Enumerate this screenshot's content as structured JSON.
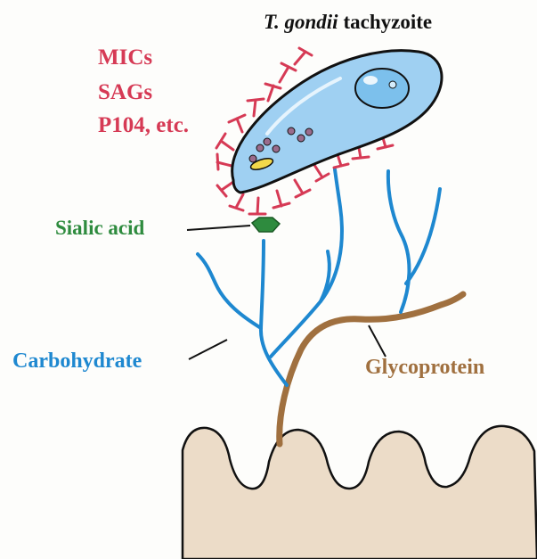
{
  "title": {
    "species": "T. gondii",
    "stage": "tachyzoite"
  },
  "ligand_labels": [
    "MICs",
    "SAGs",
    "P104, etc."
  ],
  "labels": {
    "sialic_acid": "Sialic acid",
    "carbohydrate": "Carbohydrate",
    "glycoprotein": "Glycoprotein"
  },
  "colors": {
    "ligand": "#d63a55",
    "sialic": "#2e8b3e",
    "carbohydrate": "#1e88d0",
    "glycoprotein": "#a0703f",
    "host_cell": "#ecdcc8",
    "parasite_body": "#9fd0f2",
    "nucleus": "#7cc0ec"
  }
}
